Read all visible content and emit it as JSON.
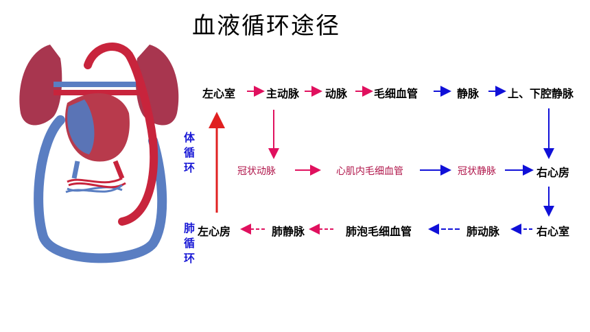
{
  "title": "血液循环途径",
  "cycle_labels": {
    "systemic": [
      "体",
      "循",
      "环"
    ],
    "pulmonary": [
      "肺",
      "循",
      "环"
    ]
  },
  "nodes": {
    "left_ventricle": "左心室",
    "aorta": "主动脉",
    "arteries": "动脉",
    "capillaries": "毛细血管",
    "veins": "静脉",
    "vena_cava": "上、下腔静脉",
    "right_atrium": "右心房",
    "right_ventricle": "右心室",
    "pulmonary_artery": "肺动脉",
    "alveolar_capillaries": "肺泡毛细血管",
    "pulmonary_vein": "肺静脉",
    "left_atrium": "左心房"
  },
  "coronary": {
    "coronary_artery": "冠状动脉",
    "myocardial_capillaries": "心肌内毛细血管",
    "coronary_vein": "冠状静脉"
  },
  "colors": {
    "arterial": "#e0105e",
    "venous": "#1010d8",
    "red_arrow": "#e02020",
    "label_blue": "#1a1ad6",
    "coronary_text": "#b0154a"
  },
  "icons": {
    "illustration": "heart-circulation-illustration"
  }
}
